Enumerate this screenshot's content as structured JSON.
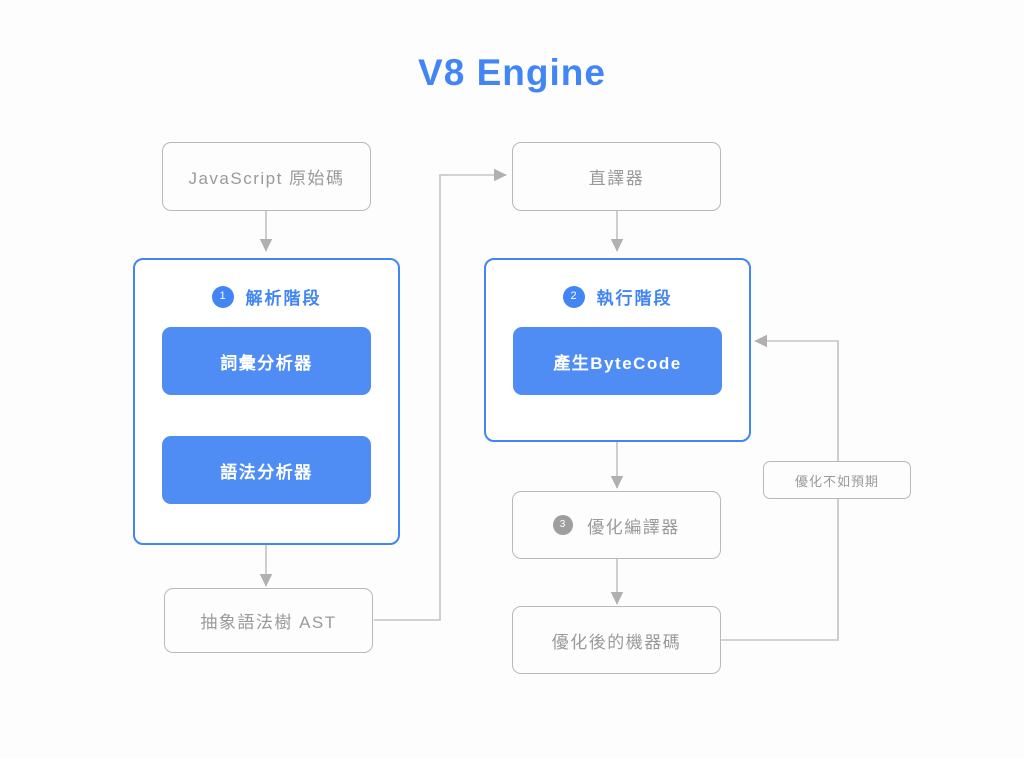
{
  "diagram": {
    "title": "V8 Engine",
    "accent_color": "#4285f4",
    "chip_color": "#4f8df5",
    "node_border_color": "#b9b9b9",
    "node_text_color": "#9a9a9a",
    "background_color": "#fdfdfd"
  },
  "nodes": {
    "source": {
      "label": "JavaScript 原始碼"
    },
    "interpreter": {
      "label": "直譯器"
    },
    "parse_stage": {
      "badge": "1",
      "title": "解析階段"
    },
    "lexer": {
      "label": "詞彙分析器"
    },
    "parser": {
      "label": "語法分析器"
    },
    "exec_stage": {
      "badge": "2",
      "title": "執行階段"
    },
    "bytecode": {
      "label": "產生ByteCode"
    },
    "ast": {
      "label": "抽象語法樹 AST"
    },
    "optimizer": {
      "badge": "3",
      "label": "優化編譯器"
    },
    "machine_code": {
      "label": "優化後的機器碼"
    },
    "deopt_note": {
      "label": "優化不如預期"
    }
  },
  "flow": [
    {
      "from": "source",
      "to": "parse_stage"
    },
    {
      "from": "parse_stage",
      "to": "ast"
    },
    {
      "from": "ast",
      "to": "interpreter"
    },
    {
      "from": "interpreter",
      "to": "exec_stage"
    },
    {
      "from": "exec_stage",
      "to": "optimizer"
    },
    {
      "from": "optimizer",
      "to": "machine_code"
    },
    {
      "from": "machine_code",
      "to": "bytecode",
      "label": "優化不如預期"
    }
  ]
}
